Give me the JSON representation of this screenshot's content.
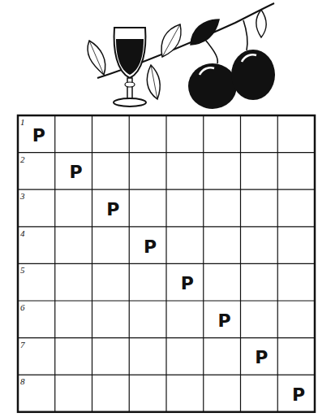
{
  "diagram": {
    "labels": [
      "1",
      "P",
      "2",
      "P",
      "3",
      "P",
      "4",
      "P",
      "5",
      "P",
      "6",
      "P",
      "7",
      "P",
      "8",
      "P"
    ]
  }
}
